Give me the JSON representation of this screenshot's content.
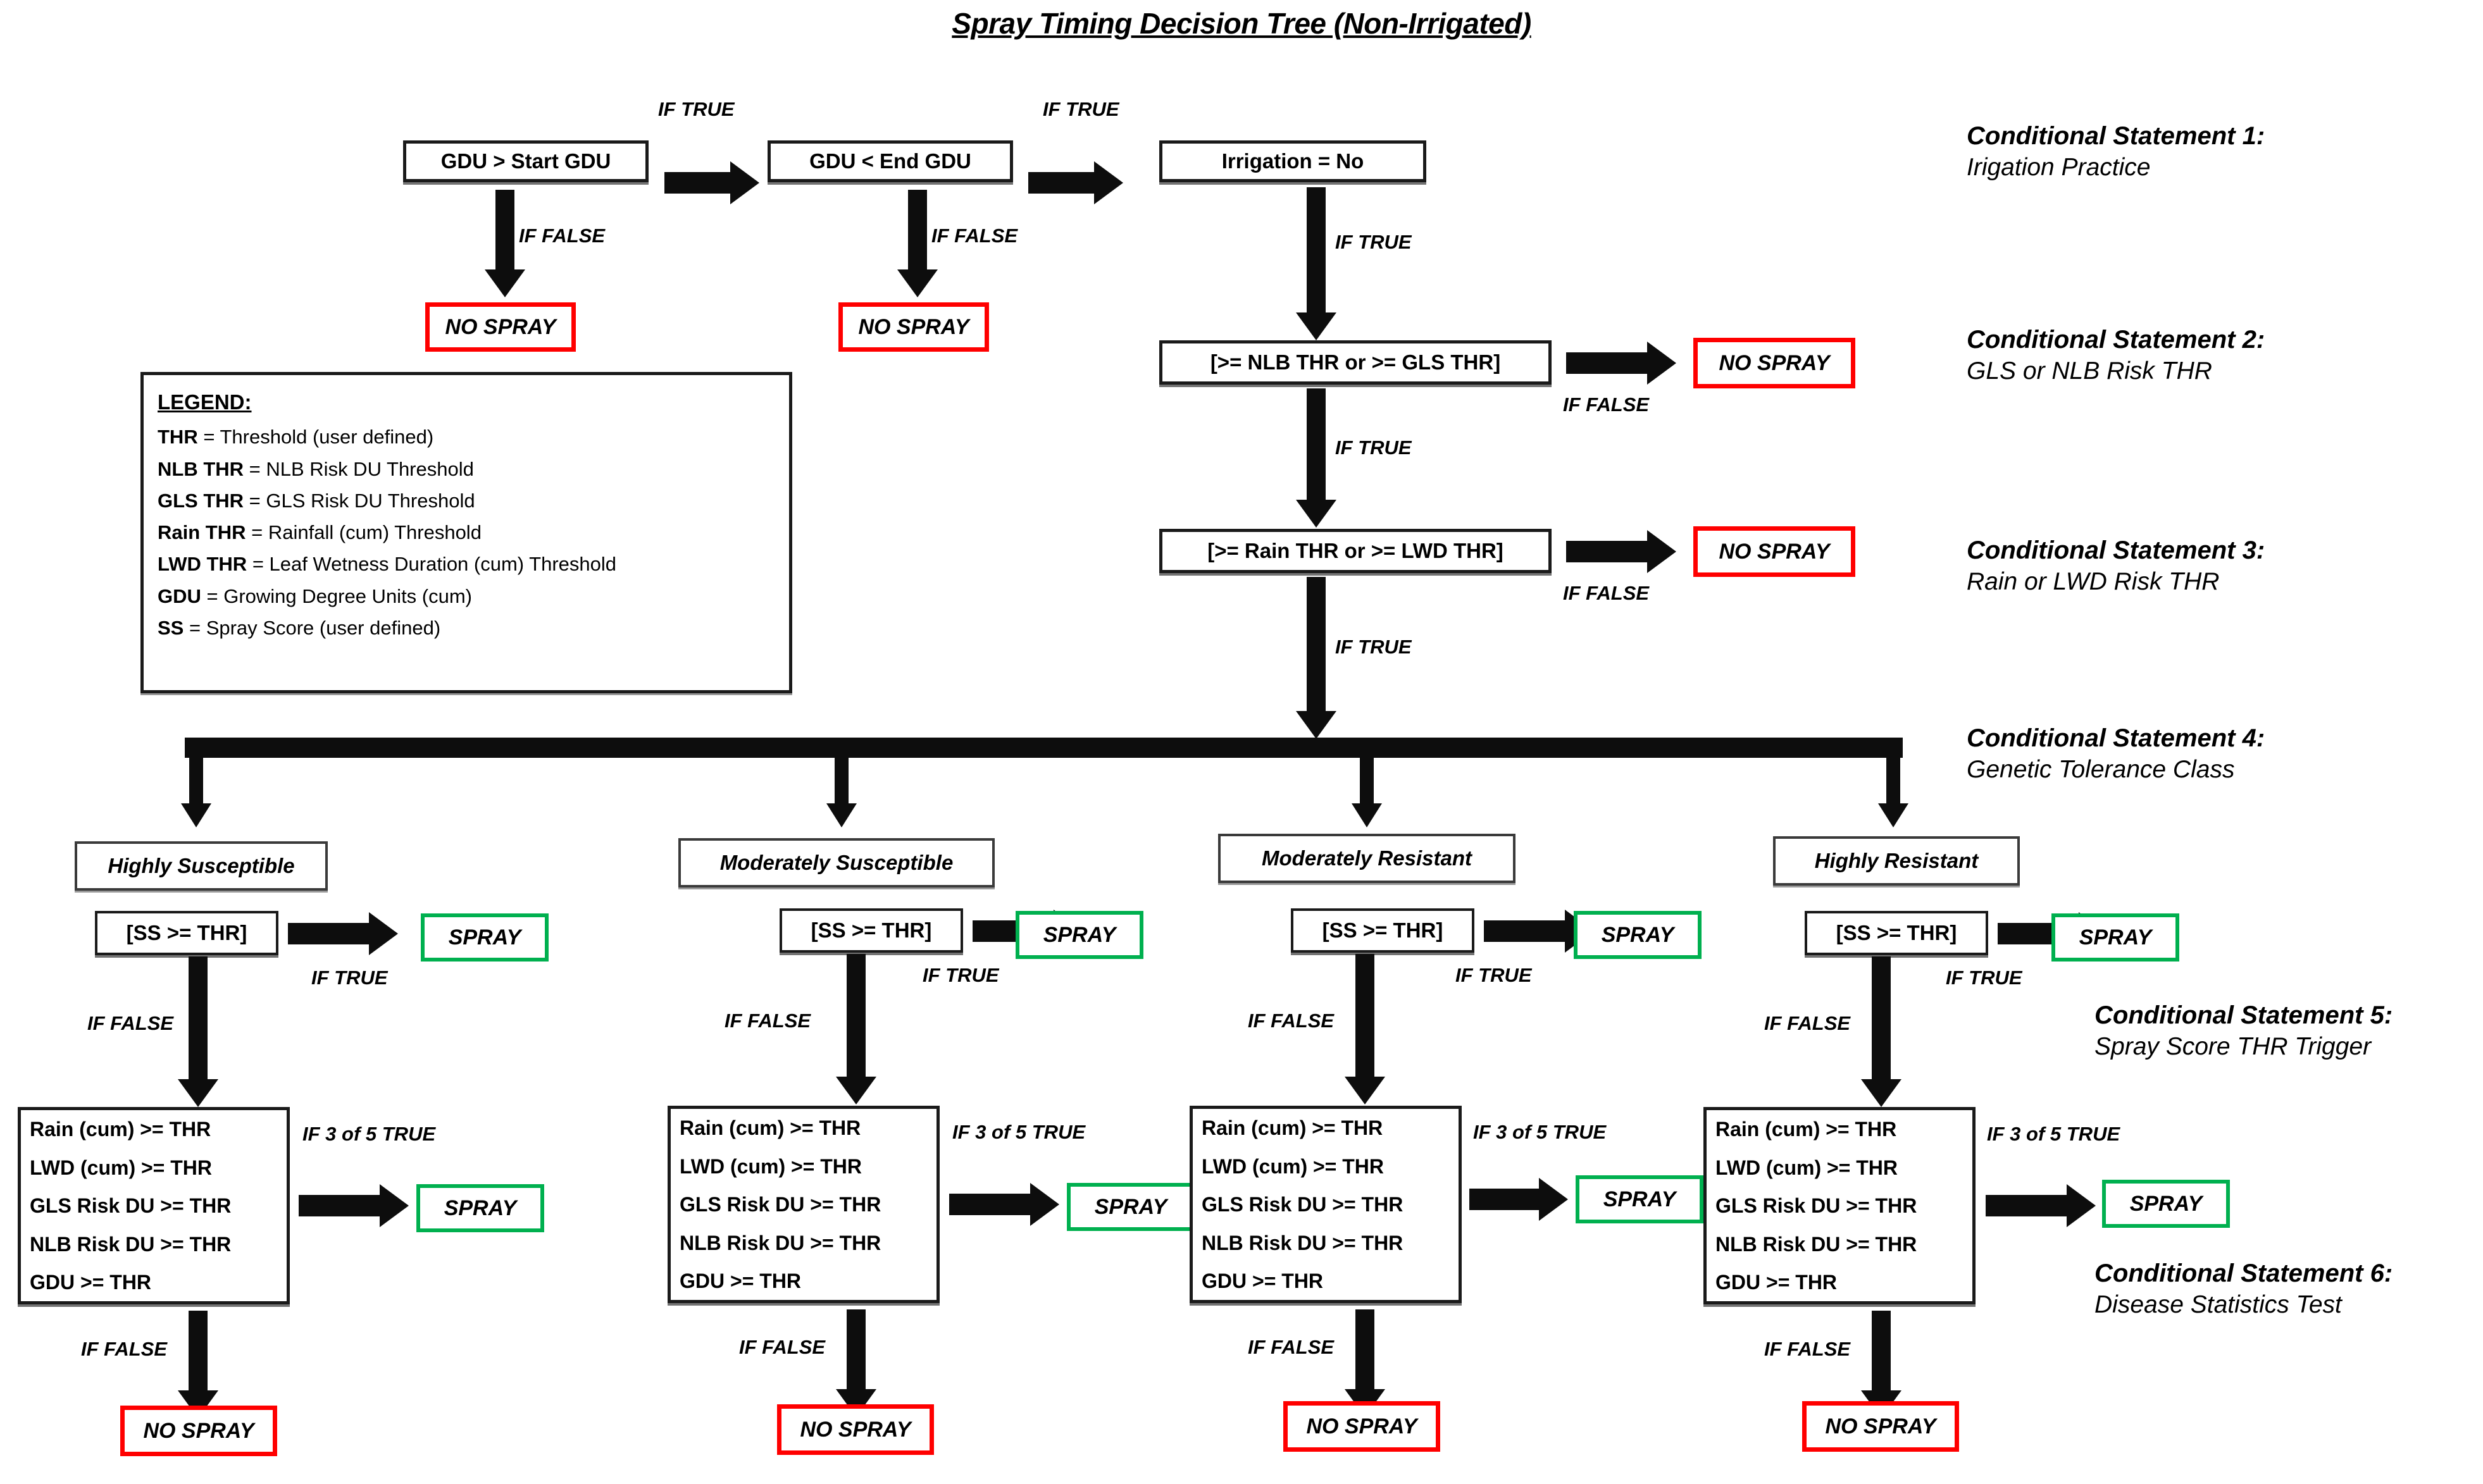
{
  "title": "Spray Timing Decision Tree (Non-Irrigated)",
  "colors": {
    "spray_border": "#00b04f",
    "nospray_border": "#ff0000",
    "box_border": "#1a1a1a",
    "arrow": "#0d0d0d"
  },
  "top_chain": {
    "nodes": [
      {
        "label": "GDU > Start GDU"
      },
      {
        "label": "GDU < End GDU"
      },
      {
        "label": "Irrigation = No"
      }
    ],
    "true_labels": [
      "IF TRUE",
      "IF TRUE"
    ],
    "false_labels": [
      "IF FALSE",
      "IF FALSE"
    ],
    "false_outcomes": [
      "NO SPRAY",
      "NO SPRAY"
    ],
    "irrigation_true_label": "IF TRUE"
  },
  "risk_chain": {
    "nlb_gls": {
      "label": "[>= NLB THR  or  >= GLS THR]",
      "false_label": "IF FALSE",
      "false_outcome": "NO SPRAY",
      "true_label": "IF TRUE"
    },
    "rain_lwd": {
      "label": "[>= Rain THR or >= LWD THR]",
      "false_label": "IF FALSE",
      "false_outcome": "NO SPRAY",
      "true_label": "IF TRUE"
    }
  },
  "legend": {
    "heading": "LEGEND:",
    "entries": [
      {
        "term": "THR",
        "definition": " = Threshold (user defined)"
      },
      {
        "term": "NLB THR",
        "definition": " = NLB Risk DU Threshold"
      },
      {
        "term": "GLS THR",
        "definition": " = GLS Risk DU Threshold"
      },
      {
        "term": "Rain THR",
        "definition": " = Rainfall (cum) Threshold"
      },
      {
        "term": "LWD THR",
        "definition": " = Leaf Wetness Duration (cum) Threshold"
      },
      {
        "term": "GDU",
        "definition": " = Growing Degree Units (cum)"
      },
      {
        "term": "SS",
        "definition": " = Spray Score (user defined)"
      }
    ]
  },
  "conditional_statements": [
    {
      "number": "Conditional Statement 1:",
      "name": "Irigation Practice"
    },
    {
      "number": "Conditional Statement 2:",
      "name": "GLS or NLB Risk THR"
    },
    {
      "number": "Conditional Statement 3:",
      "name": "Rain or LWD Risk THR"
    },
    {
      "number": "Conditional Statement 4:",
      "name": "Genetic Tolerance Class"
    },
    {
      "number": "Conditional Statement 5:",
      "name": "Spray Score THR Trigger"
    },
    {
      "number": "Conditional Statement 6:",
      "name": "Disease Statistics Test"
    }
  ],
  "branches": [
    {
      "class_label": "Highly Susceptible",
      "ss_test": "[SS >= THR]",
      "ss_true_label": "IF TRUE",
      "ss_true_outcome": "SPRAY",
      "ss_false_label": "IF FALSE",
      "conditions": [
        "Rain (cum) >= THR",
        "LWD (cum) >= THR",
        "GLS Risk DU >= THR",
        "NLB Risk DU >= THR",
        "GDU >= THR"
      ],
      "stats_true_label": "IF 3 of 5 TRUE",
      "stats_true_outcome": "SPRAY",
      "stats_false_label": "IF FALSE",
      "stats_false_outcome": "NO SPRAY"
    },
    {
      "class_label": "Moderately Susceptible",
      "ss_test": "[SS >= THR]",
      "ss_true_label": "IF TRUE",
      "ss_true_outcome": "SPRAY",
      "ss_false_label": "IF FALSE",
      "conditions": [
        "Rain (cum) >= THR",
        "LWD (cum) >= THR",
        "GLS Risk DU >= THR",
        "NLB Risk DU >= THR",
        "GDU >= THR"
      ],
      "stats_true_label": "IF 3 of 5 TRUE",
      "stats_true_outcome": "SPRAY",
      "stats_false_label": "IF FALSE",
      "stats_false_outcome": "NO SPRAY"
    },
    {
      "class_label": "Moderately Resistant",
      "ss_test": "[SS >= THR]",
      "ss_true_label": "IF TRUE",
      "ss_true_outcome": "SPRAY",
      "ss_false_label": "IF FALSE",
      "conditions": [
        "Rain (cum) >= THR",
        "LWD (cum) >= THR",
        "GLS Risk DU >= THR",
        "NLB Risk DU >= THR",
        "GDU >= THR"
      ],
      "stats_true_label": "IF 3 of 5 TRUE",
      "stats_true_outcome": "SPRAY",
      "stats_false_label": "IF FALSE",
      "stats_false_outcome": "NO SPRAY"
    },
    {
      "class_label": "Highly Resistant",
      "ss_test": "[SS >= THR]",
      "ss_true_label": "IF TRUE",
      "ss_true_outcome": "SPRAY",
      "ss_false_label": "IF FALSE",
      "conditions": [
        "Rain (cum) >= THR",
        "LWD (cum) >= THR",
        "GLS Risk DU >= THR",
        "NLB Risk DU >= THR",
        "GDU >= THR"
      ],
      "stats_true_label": "IF 3 of 5 TRUE",
      "stats_true_outcome": "SPRAY",
      "stats_false_label": "IF FALSE",
      "stats_false_outcome": "NO SPRAY"
    }
  ]
}
